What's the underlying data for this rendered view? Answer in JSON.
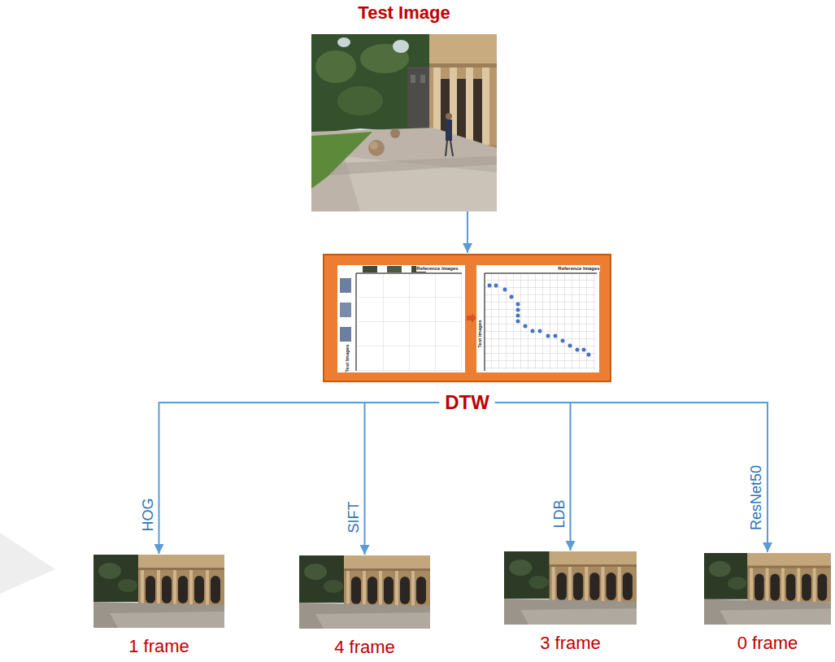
{
  "diagram": {
    "nodes": [
      {
        "text": [
          "Test Image"
        ]
      },
      {
        "text": [
          "DTW"
        ]
      },
      {
        "text": [
          "1 frame"
        ]
      },
      {
        "text": [
          "4 frame"
        ]
      },
      {
        "text": [
          "3 frame"
        ]
      },
      {
        "text": [
          "0 frame"
        ]
      }
    ],
    "edges": [
      {
        "from": 0,
        "to": 1,
        "arrow": "to"
      },
      {
        "from": 1,
        "to": 2,
        "label": "HOG",
        "arrow": "to"
      },
      {
        "from": 1,
        "to": 3,
        "label": "SIFT",
        "arrow": "to"
      },
      {
        "from": 1,
        "to": 4,
        "label": "LDB",
        "arrow": "to"
      },
      {
        "from": 1,
        "to": 5,
        "label": "ResNet50",
        "arrow": "to"
      }
    ],
    "labels": [
      "Reference Images",
      "Test Images",
      "Reference Images",
      "Test Images"
    ]
  }
}
